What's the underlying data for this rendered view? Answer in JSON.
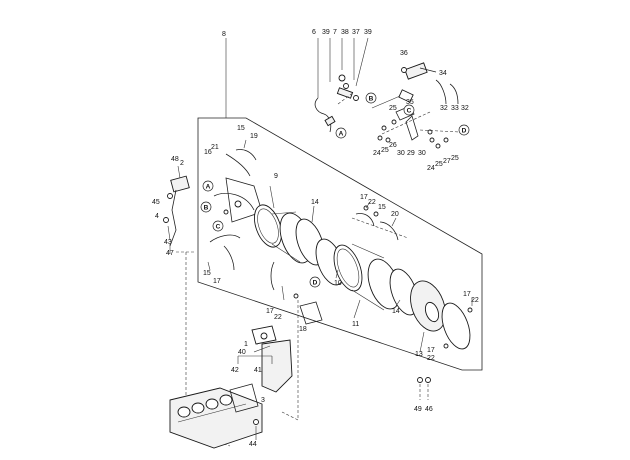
{
  "labels": [
    {
      "id": "p8",
      "text": "8"
    },
    {
      "id": "p6",
      "text": "6"
    },
    {
      "id": "p39a",
      "text": "39"
    },
    {
      "id": "p7",
      "text": "7"
    },
    {
      "id": "p38",
      "text": "38"
    },
    {
      "id": "p37",
      "text": "37"
    },
    {
      "id": "p39b",
      "text": "39"
    },
    {
      "id": "p36",
      "text": "36"
    },
    {
      "id": "p34",
      "text": "34"
    },
    {
      "id": "p35",
      "text": "35"
    },
    {
      "id": "p32a",
      "text": "32"
    },
    {
      "id": "p33",
      "text": "33"
    },
    {
      "id": "p32b",
      "text": "32"
    },
    {
      "id": "p25a",
      "text": "25"
    },
    {
      "id": "p26",
      "text": "26"
    },
    {
      "id": "p24a",
      "text": "24"
    },
    {
      "id": "p25b",
      "text": "25"
    },
    {
      "id": "p30a",
      "text": "30"
    },
    {
      "id": "p29",
      "text": "29"
    },
    {
      "id": "p30b",
      "text": "30"
    },
    {
      "id": "p24b",
      "text": "24"
    },
    {
      "id": "p25c",
      "text": "25"
    },
    {
      "id": "p27",
      "text": "27"
    },
    {
      "id": "p25d",
      "text": "25"
    },
    {
      "id": "p15a",
      "text": "15"
    },
    {
      "id": "p19",
      "text": "19"
    },
    {
      "id": "p16",
      "text": "16"
    },
    {
      "id": "p21",
      "text": "21"
    },
    {
      "id": "p48",
      "text": "48"
    },
    {
      "id": "p2",
      "text": "2"
    },
    {
      "id": "p45a",
      "text": "45"
    },
    {
      "id": "p4",
      "text": "4"
    },
    {
      "id": "p43",
      "text": "43"
    },
    {
      "id": "p47",
      "text": "47"
    },
    {
      "id": "p9",
      "text": "9"
    },
    {
      "id": "p14a",
      "text": "14"
    },
    {
      "id": "p17a",
      "text": "17"
    },
    {
      "id": "p22a",
      "text": "22"
    },
    {
      "id": "p15b",
      "text": "15"
    },
    {
      "id": "p20",
      "text": "20"
    },
    {
      "id": "p15c",
      "text": "15"
    },
    {
      "id": "p17b",
      "text": "17"
    },
    {
      "id": "p10",
      "text": "10"
    },
    {
      "id": "p17c",
      "text": "17"
    },
    {
      "id": "p22b",
      "text": "22"
    },
    {
      "id": "p18",
      "text": "18"
    },
    {
      "id": "p11",
      "text": "11"
    },
    {
      "id": "p14b",
      "text": "14"
    },
    {
      "id": "p17d",
      "text": "17"
    },
    {
      "id": "p22c",
      "text": "22"
    },
    {
      "id": "p13",
      "text": "13"
    },
    {
      "id": "p17e",
      "text": "17"
    },
    {
      "id": "p22d",
      "text": "22"
    },
    {
      "id": "p1",
      "text": "1"
    },
    {
      "id": "p40",
      "text": "40"
    },
    {
      "id": "p42",
      "text": "42"
    },
    {
      "id": "p41",
      "text": "41"
    },
    {
      "id": "p3",
      "text": "3"
    },
    {
      "id": "p44",
      "text": "44"
    },
    {
      "id": "p49",
      "text": "49"
    },
    {
      "id": "p46",
      "text": "46"
    }
  ],
  "callouts": [
    {
      "id": "cA1",
      "text": "A"
    },
    {
      "id": "cB1",
      "text": "B"
    },
    {
      "id": "cC1",
      "text": "C"
    },
    {
      "id": "cD1",
      "text": "D"
    },
    {
      "id": "cA2",
      "text": "A"
    },
    {
      "id": "cB2",
      "text": "B"
    },
    {
      "id": "cC2",
      "text": "C"
    },
    {
      "id": "cD2",
      "text": "D"
    }
  ]
}
